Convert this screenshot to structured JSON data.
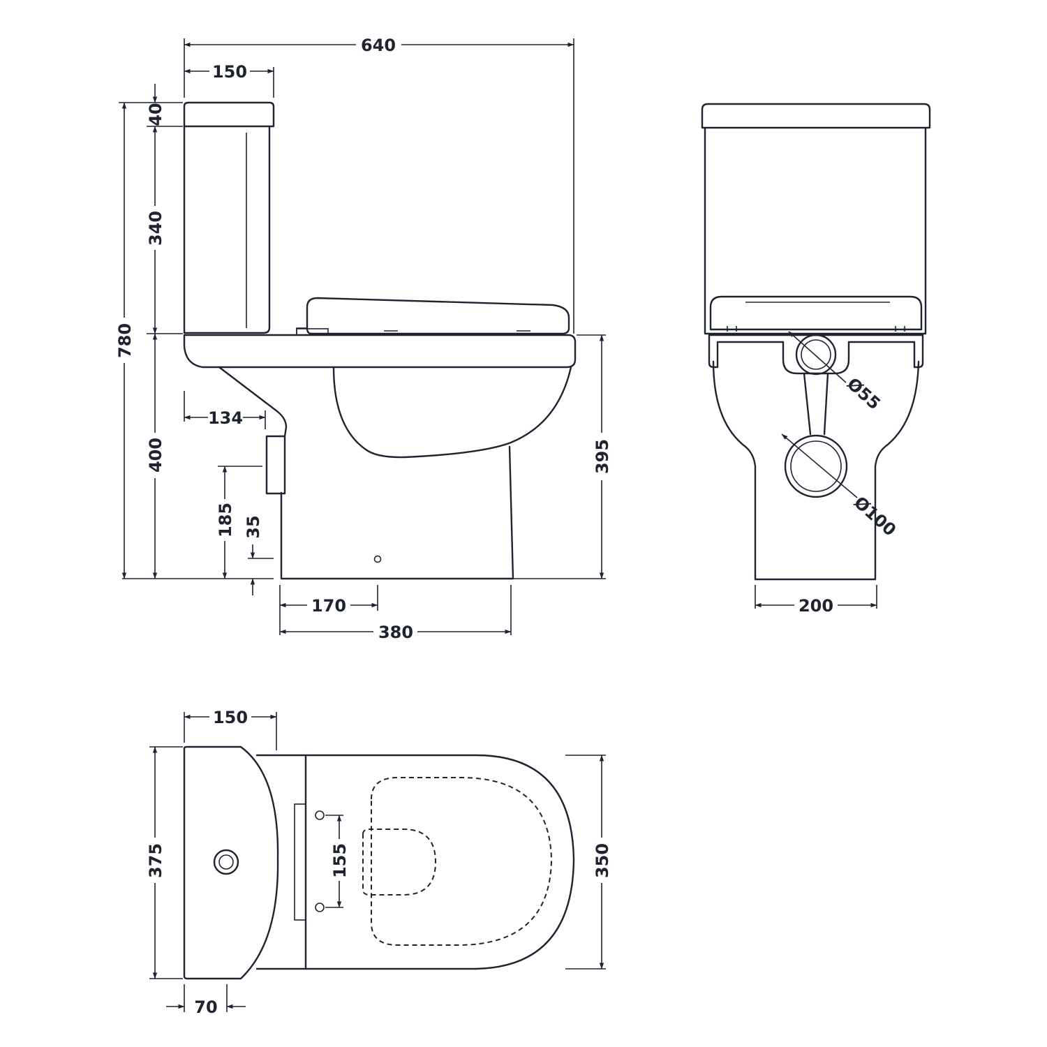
{
  "diagram": {
    "type": "technical-drawing",
    "line_color": "#1f2330",
    "background": "#ffffff",
    "dimensions": {
      "overall_depth": "640",
      "cistern_depth_side": "150",
      "lid_height": "40",
      "cistern_height": "340",
      "overall_height": "780",
      "pan_height": "400",
      "waste_offset": "134",
      "waste_height": "185",
      "inlet_height": "35",
      "seat_height": "395",
      "fixing_distance": "170",
      "pan_depth": "380",
      "inlet_diameter": "Ø55",
      "outlet_diameter": "Ø100",
      "base_width": "200",
      "cistern_depth_top": "150",
      "cistern_width": "375",
      "pan_width": "350",
      "hinge_spacing": "155",
      "rear_offset": "70"
    }
  }
}
